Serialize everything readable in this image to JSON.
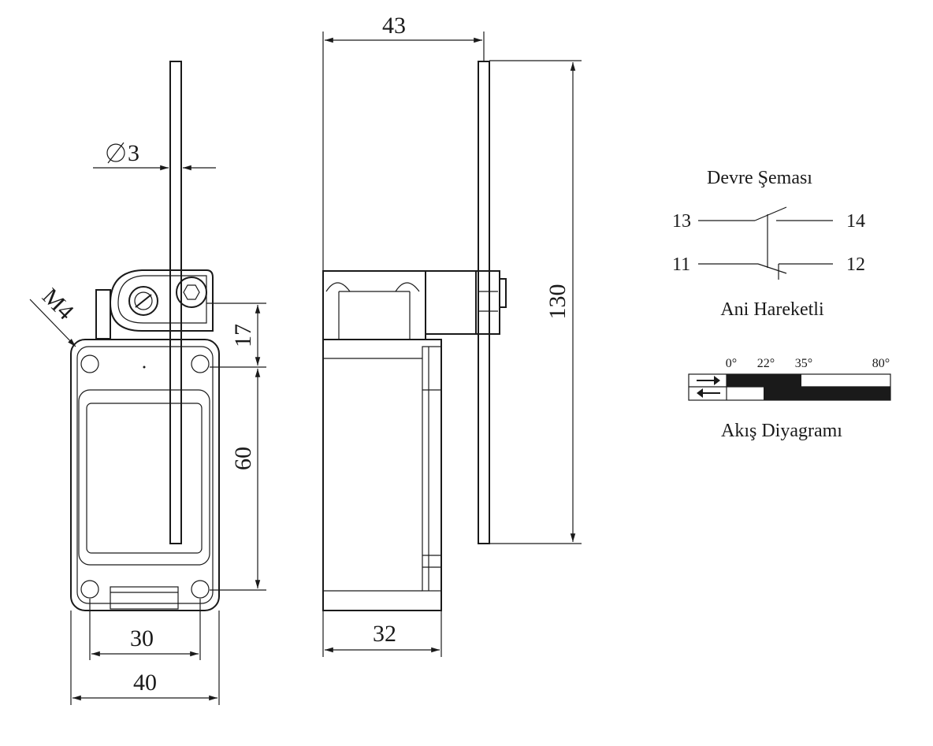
{
  "dimensions": {
    "front_width": "40",
    "hole_spacing": "30",
    "hole_height": "60",
    "head_height": "17",
    "rod_diameter": "3",
    "thread": "M4",
    "side_width": "32",
    "lever_offset": "43",
    "total_height": "130"
  },
  "circuit": {
    "title": "Devre Şeması",
    "terminals": [
      "13",
      "14",
      "11",
      "12"
    ],
    "subtitle": "Ani Hareketli"
  },
  "flow": {
    "angles": [
      "0°",
      "22°",
      "35°",
      "80°"
    ],
    "title": "Akış Diyagramı"
  }
}
